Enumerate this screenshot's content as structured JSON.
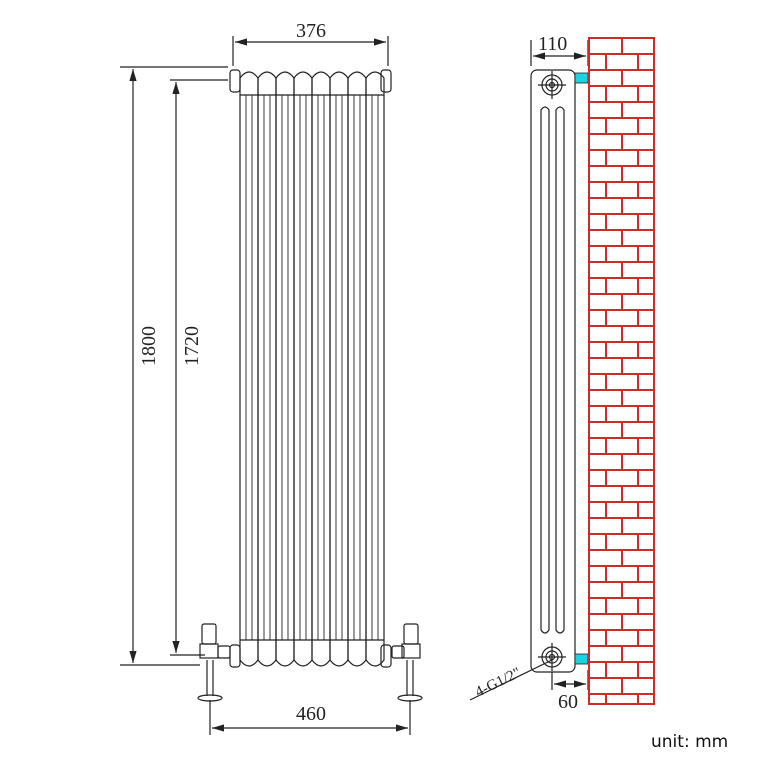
{
  "diagram": {
    "title": "Column radiator dimension drawing",
    "front_view": {
      "columns": 8,
      "dimensions": {
        "width_top": "376",
        "height_total": "1800",
        "height_inner": "1720",
        "width_valves": "460"
      }
    },
    "side_view": {
      "dimensions": {
        "depth": "110",
        "wall_to_pipe": "60"
      },
      "connection_label": "4-G1/2\""
    },
    "unit_label": "unit: mm",
    "colors": {
      "line": "#222222",
      "brick": "#d22a2a",
      "bracket": "#19d3e0",
      "background": "#ffffff"
    }
  }
}
